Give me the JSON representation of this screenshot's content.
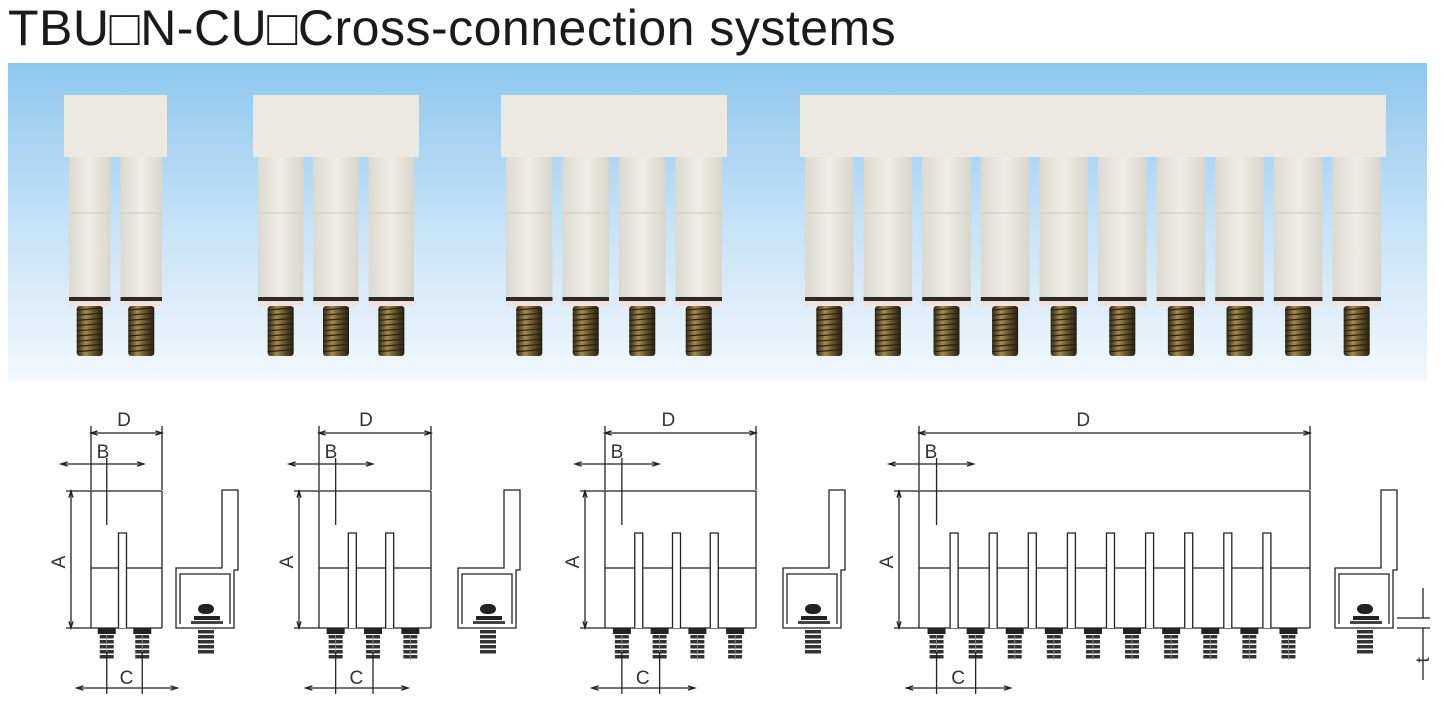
{
  "title": "TBU□N-CU□Cross-connection systems",
  "colors": {
    "sky_top": "#8ec7ef",
    "sky_bottom": "#eef6fc",
    "plastic": "#e9e7dd",
    "thread": "#6e5a30"
  },
  "photo": {
    "description_icon": "product-photo",
    "bridges": [
      {
        "poles": 2
      },
      {
        "poles": 3
      },
      {
        "poles": 4
      },
      {
        "poles": 10
      }
    ]
  },
  "drawings": [
    {
      "poles": 2,
      "labels": {
        "d": "D",
        "b": "B",
        "a": "A",
        "c": "C"
      }
    },
    {
      "poles": 3,
      "labels": {
        "d": "D",
        "b": "B",
        "a": "A",
        "c": "C"
      }
    },
    {
      "poles": 4,
      "labels": {
        "d": "D",
        "b": "B",
        "a": "A",
        "c": "C"
      }
    },
    {
      "poles": 10,
      "labels": {
        "d": "D",
        "b": "B",
        "a": "A",
        "c": "C",
        "t": "t"
      }
    }
  ]
}
